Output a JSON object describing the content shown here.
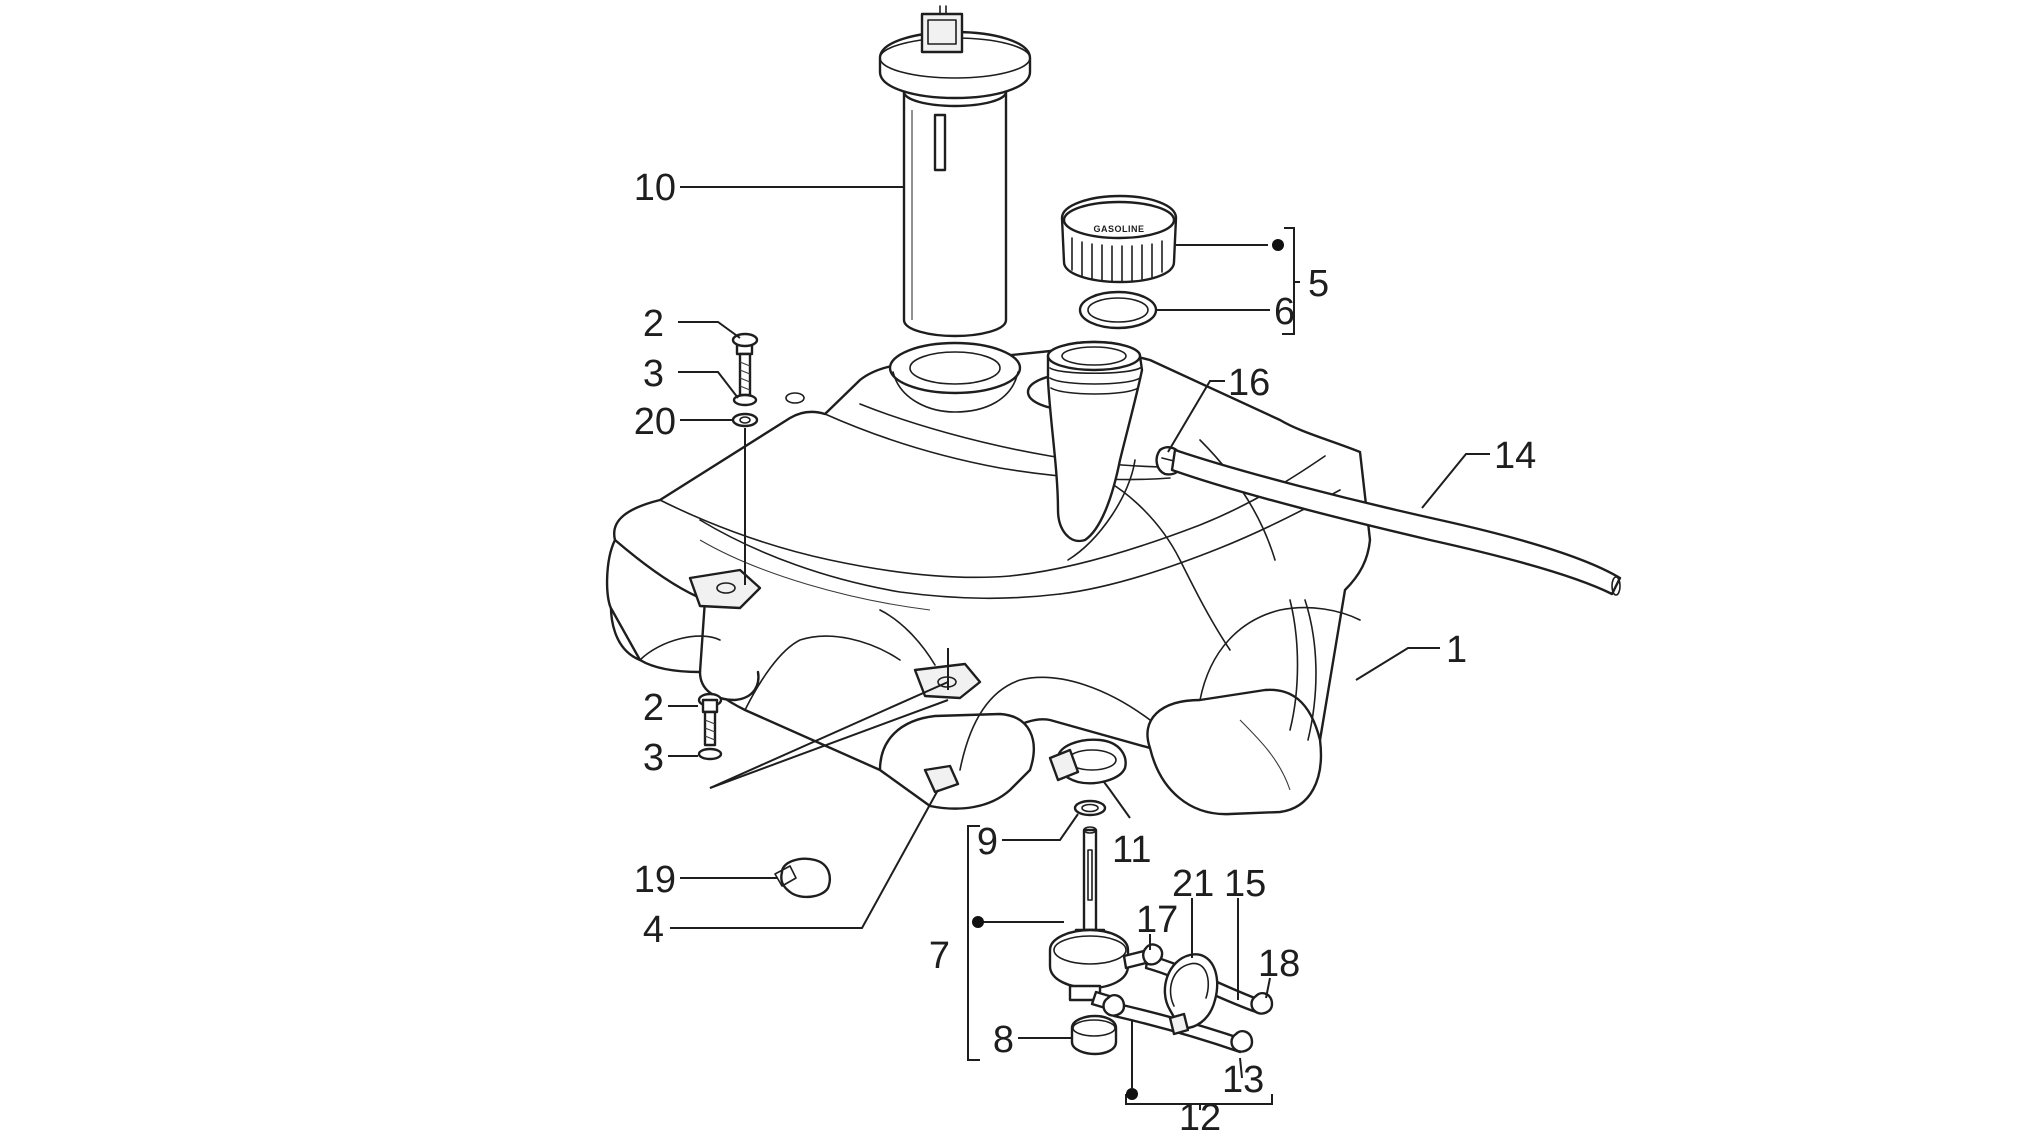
{
  "diagram": {
    "type": "exploded-parts-diagram",
    "cap_text": "GASOLINE",
    "callouts": {
      "c1": "1",
      "c2a": "2",
      "c2b": "2",
      "c3a": "3",
      "c3b": "3",
      "c4": "4",
      "c5": "5",
      "c6": "6",
      "c7": "7",
      "c8": "8",
      "c9": "9",
      "c10": "10",
      "c11": "11",
      "c12": "12",
      "c13": "13",
      "c14": "14",
      "c15": "15",
      "c16": "16",
      "c17": "17",
      "c18": "18",
      "c19": "19",
      "c20": "20",
      "c21": "21"
    }
  }
}
